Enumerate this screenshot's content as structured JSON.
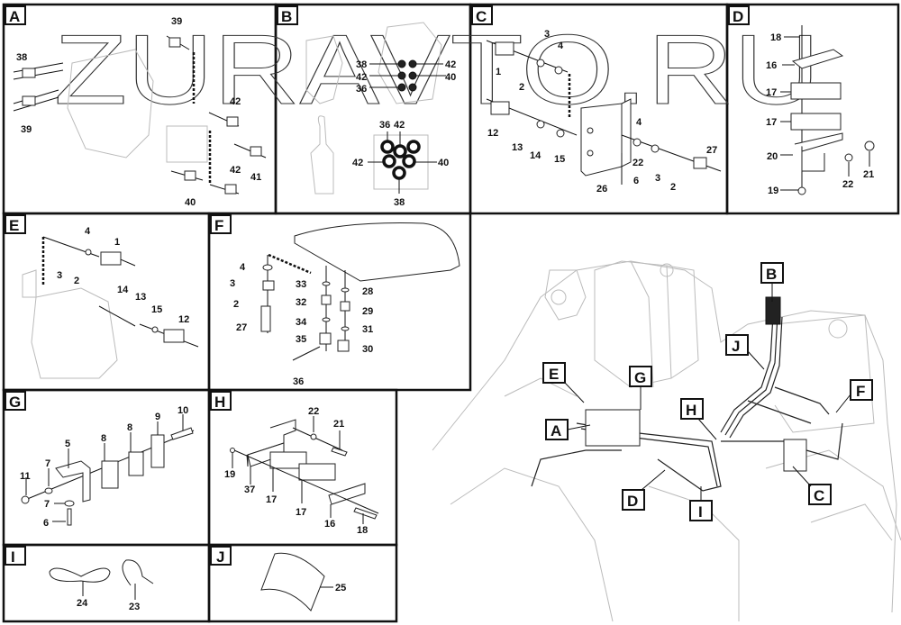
{
  "watermark": "ZURAVTO.RU",
  "panels": {
    "A": {
      "tag": "A",
      "labels": [
        "39",
        "38",
        "39",
        "42",
        "41",
        "42",
        "40"
      ]
    },
    "B": {
      "tag": "B",
      "labels": [
        "38",
        "42",
        "36",
        "42",
        "40",
        "36",
        "42",
        "42",
        "40",
        "38"
      ]
    },
    "C": {
      "tag": "C",
      "labels": [
        "3",
        "4",
        "1",
        "2",
        "12",
        "13",
        "14",
        "15",
        "4",
        "22",
        "27",
        "26",
        "6",
        "3",
        "2"
      ]
    },
    "D": {
      "tag": "D",
      "labels": [
        "18",
        "16",
        "17",
        "17",
        "20",
        "22",
        "21",
        "19"
      ]
    },
    "E": {
      "tag": "E",
      "labels": [
        "4",
        "1",
        "3",
        "2",
        "14",
        "13",
        "15",
        "12"
      ]
    },
    "F": {
      "tag": "F",
      "labels": [
        "4",
        "3",
        "2",
        "27",
        "33",
        "32",
        "34",
        "35",
        "36",
        "28",
        "29",
        "31",
        "30"
      ]
    },
    "G": {
      "tag": "G",
      "labels": [
        "10",
        "9",
        "8",
        "8",
        "5",
        "7",
        "11",
        "7",
        "6"
      ]
    },
    "H": {
      "tag": "H",
      "labels": [
        "22",
        "21",
        "19",
        "37",
        "17",
        "17",
        "16",
        "18"
      ]
    },
    "I": {
      "tag": "I",
      "labels": [
        "24",
        "23"
      ]
    },
    "J": {
      "tag": "J",
      "labels": [
        "25"
      ]
    }
  },
  "overview": {
    "callouts": [
      "B",
      "J",
      "E",
      "G",
      "A",
      "H",
      "F",
      "D",
      "I",
      "C"
    ]
  }
}
